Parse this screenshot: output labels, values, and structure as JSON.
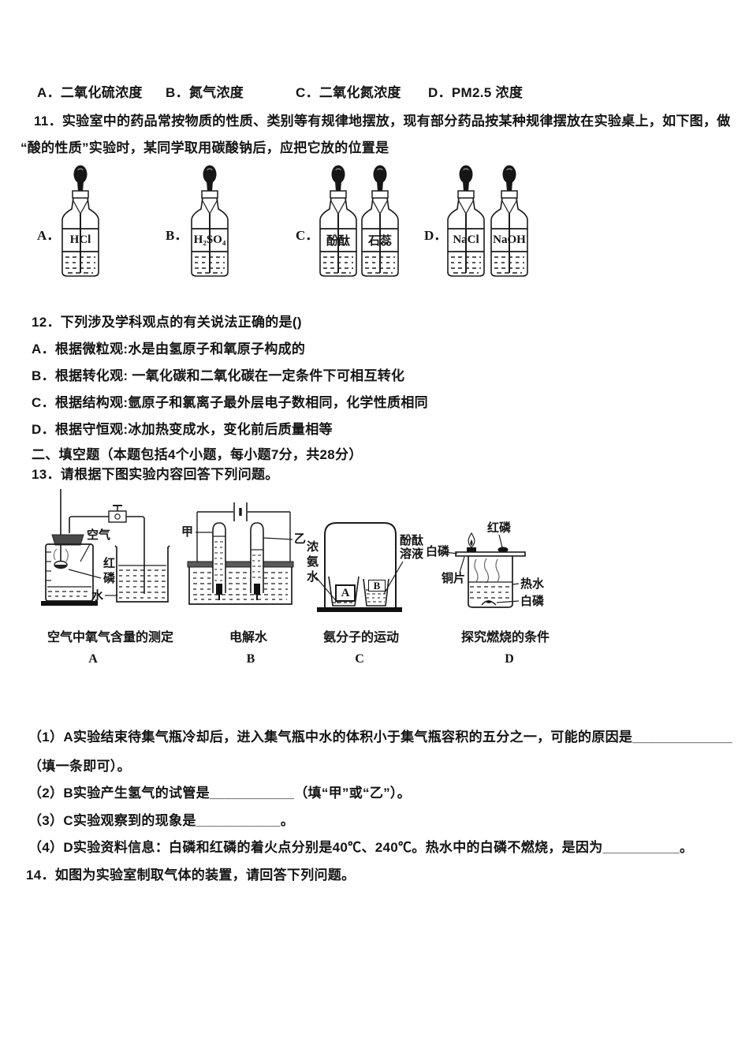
{
  "doc": {
    "q10_options": [
      "A．二氧化硫浓度",
      "B．氮气浓度",
      "C．二氧化氮浓度",
      "D．PM2.5 浓度"
    ],
    "q11": {
      "line1": "11．实验室中的药品常按物质的性质、类别等有规律地摆放，现有部分药品按某种规律摆放在实验桌上，如下图，做",
      "line2": "“酸的性质”实验时，某同学取用碳酸钠后，应把它放的位置是",
      "options": [
        {
          "key": "A．",
          "bottles": [
            "HCl"
          ]
        },
        {
          "key": "B．",
          "bottles": [
            "H₂SO₄"
          ]
        },
        {
          "key": "C．",
          "bottles": [
            "酚酞",
            "石蕊"
          ]
        },
        {
          "key": "D．",
          "bottles": [
            "NaCl",
            "NaOH"
          ]
        }
      ]
    },
    "q12": {
      "stem": "12．下列涉及学科观点的有关说法正确的是()",
      "options": [
        "A．根据微粒观:水是由氢原子和氧原子构成的",
        "B．根据转化观: 一氧化碳和二氧化碳在一定条件下可相互转化",
        "C．根据结构观:氩原子和氯离子最外层电子数相同，化学性质相同",
        "D．根据守恒观:冰加热变成水，变化前后质量相等"
      ]
    },
    "section2_title": "二、填空题（本题包括4个小题，每小题7分，共28分）",
    "q13": {
      "stem": "13．请根据下图实验内容回答下列问题。",
      "diagrams": {
        "a": {
          "caption": "空气中氧气含量的测定",
          "letter": "A",
          "air": "空气",
          "red_phosphorus": "红磷",
          "water": "水"
        },
        "b": {
          "caption": "电解水",
          "letter": "B",
          "tube_left": "甲",
          "tube_right": "乙"
        },
        "c": {
          "caption": "氨分子的运动",
          "letter": "C",
          "ammonia": "浓氨水",
          "phenolphthalein": "酚酞溶液",
          "beaker_a": "A",
          "beaker_b": "B"
        },
        "d": {
          "caption": "探究燃烧的条件",
          "letter": "D",
          "red_phosphorus": "红磷",
          "white_phosphorus_top": "白磷",
          "copper_sheet": "铜片",
          "hot_water": "热水",
          "white_phosphorus_bottom": "白磷"
        }
      },
      "parts": [
        "（1）A实验结束待集气瓶冷却后，进入集气瓶中水的体积小于集气瓶容积的五分之一，可能的原因是_____________",
        "（填一条即可）。",
        "（2）B实验产生氢气的试管是___________（填“甲”或“乙”）。",
        "（3）C实验观察到的现象是___________。",
        "（4）D实验资料信息：白磷和红磷的着火点分别是40℃、240℃。热水中的白磷不燃烧，是因为__________。"
      ]
    },
    "q14_stem": "14．如图为实验室制取气体的装置，请回答下列问题。"
  }
}
